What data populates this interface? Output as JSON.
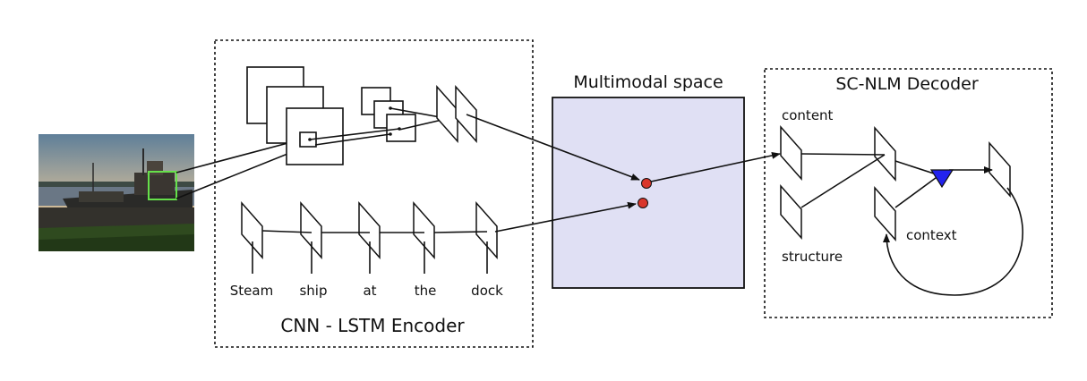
{
  "encoder": {
    "title": "CNN - LSTM Encoder",
    "words": [
      "Steam",
      "ship",
      "at",
      "the",
      "dock"
    ]
  },
  "multimodal": {
    "title": "Multimodal space",
    "fill_color": "#e0e0f4",
    "point_color": "#d9362b"
  },
  "decoder": {
    "title": "SC-NLM Decoder",
    "labels": {
      "content": "content",
      "structure": "structure",
      "context": "context"
    },
    "gate_color": "#2222ee"
  },
  "image": {
    "description_icon": "photo-steamship",
    "highlight_color": "#66e04a"
  }
}
